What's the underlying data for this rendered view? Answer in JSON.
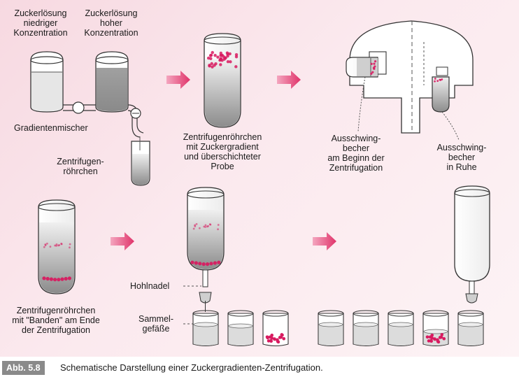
{
  "labels": {
    "sugar_low": "Zuckerlösung\nniedriger\nKonzentration",
    "sugar_high": "Zuckerlösung\nhoher\nKonzentration",
    "gradient_mixer": "Gradientenmischer",
    "tube_small": "Zentrifugen-\nröhrchen",
    "tube_gradient": "Zentrifugenröhrchen\nmit Zuckergradient\nund überschichteter\nProbe",
    "bucket_start": "Ausschwing-\nbecher\nam Beginn der\nZentrifugation",
    "bucket_rest": "Ausschwing-\nbecher\nin Ruhe",
    "tube_bands": "Zentrifugenröhrchen\nmit \"Banden\" am Ende\nder Zentrifugation",
    "needle": "Hohlnadel",
    "collect": "Sammel-\ngefäße"
  },
  "caption": {
    "figure_label": "Abb. 5.8",
    "text": "Schematische Darstellung einer Zuckergradienten-Zentrifugation."
  },
  "colors": {
    "panel": "#f7dbe2",
    "arrow": "#e0336a",
    "particles": "#d81b60",
    "liquid_dark": "#9a9a9a",
    "liquid_light": "#d9d9d9"
  }
}
